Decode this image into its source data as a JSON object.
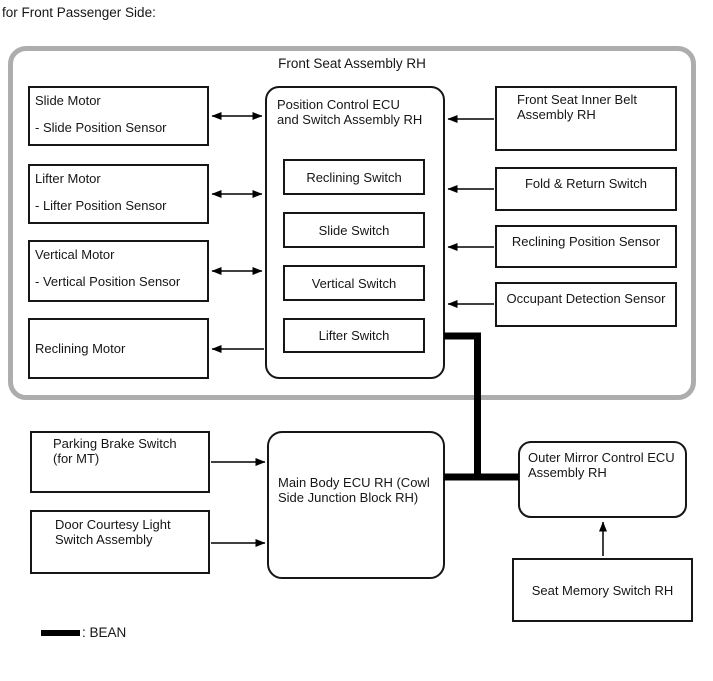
{
  "page": {
    "header": "for Front Passenger Side:"
  },
  "assembly": {
    "title": "Front Seat Assembly RH",
    "left_boxes": [
      {
        "line1": "Slide Motor",
        "line2": "- Slide Position Sensor"
      },
      {
        "line1": "Lifter Motor",
        "line2": "- Lifter Position Sensor"
      },
      {
        "line1": "Vertical Motor",
        "line2": "- Vertical Position Sensor"
      },
      {
        "line1": "Reclining Motor"
      }
    ],
    "ecu": {
      "title_line1": "Position Control ECU",
      "title_line2": "and Switch Assembly RH",
      "switches": [
        "Reclining Switch",
        "Slide Switch",
        "Vertical Switch",
        "Lifter Switch"
      ]
    },
    "right_boxes": [
      {
        "line1": "Front Seat Inner Belt",
        "line2": "Assembly RH"
      },
      {
        "line1": "Fold & Return Switch"
      },
      {
        "line1": "Reclining Position Sensor"
      },
      {
        "line1": "Occupant Detection Sensor"
      }
    ]
  },
  "lower": {
    "parking_brake": {
      "line1": "Parking Brake Switch",
      "line2": "(for MT)"
    },
    "door_courtesy": {
      "line1": "Door Courtesy Light",
      "line2": "Switch Assembly"
    },
    "main_body_ecu": {
      "line1": "Main Body ECU RH (Cowl",
      "line2": "Side Junction Block RH)"
    },
    "outer_mirror_ecu": {
      "line1": "Outer Mirror Control ECU",
      "line2": "Assembly RH"
    },
    "seat_memory": "Seat Memory Switch RH"
  },
  "legend": {
    "label": ": BEAN"
  },
  "colors": {
    "line": "#000000",
    "frame_border": "#adadad",
    "box_border": "#161616"
  }
}
